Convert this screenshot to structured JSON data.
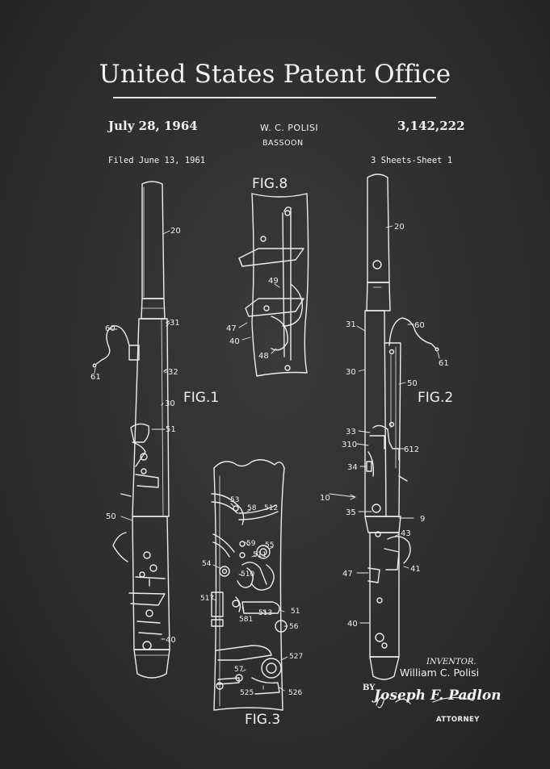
{
  "header": {
    "office": "United States Patent Office",
    "date": "July 28, 1964",
    "inventor_header": "W. C. POLISI",
    "patent_number": "3,142,222",
    "invention": "BASSOON",
    "filed": "Filed June 13, 1961",
    "sheets": "3 Sheets-Sheet 1"
  },
  "figures": {
    "fig1": "FIG.1",
    "fig2": "FIG.2",
    "fig3": "FIG.3",
    "fig8": "FIG.8"
  },
  "ref_numerals": {
    "fig1": [
      "20",
      "31",
      "60",
      "61",
      "32",
      "30",
      "51",
      "50",
      "40"
    ],
    "fig2": [
      "20",
      "31",
      "60",
      "61",
      "30",
      "50",
      "33",
      "310",
      "612",
      "34",
      "10",
      "35",
      "9",
      "43",
      "41",
      "47",
      "40"
    ],
    "fig3": [
      "53",
      "58",
      "512",
      "59",
      "55",
      "511",
      "54",
      "510",
      "517",
      "581",
      "513",
      "51",
      "56",
      "527",
      "57",
      "525",
      "526"
    ],
    "fig8": [
      "49",
      "47",
      "40",
      "48"
    ]
  },
  "signature_block": {
    "inventor_label": "INVENTOR.",
    "inventor_name": "William C. Polisi",
    "by_label": "BY",
    "signature": "Joseph F. Padlon",
    "attorney_label": "ATTORNEY"
  },
  "colors": {
    "board": "#2e2e2e",
    "chalk": "#f0f0f0"
  }
}
